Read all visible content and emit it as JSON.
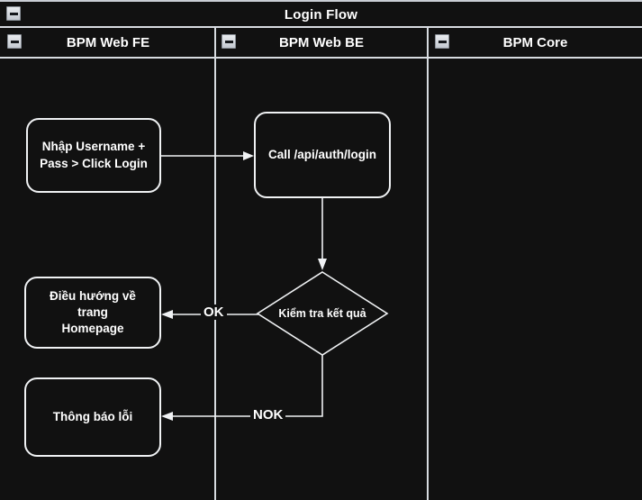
{
  "diagram": {
    "pool_title": "Login Flow",
    "collapse_icon": "minus-collapse-icon",
    "lanes": [
      {
        "label": "BPM Web FE"
      },
      {
        "label": "BPM Web BE"
      },
      {
        "label": "BPM Core"
      }
    ],
    "nodes": [
      {
        "id": "input-credentials",
        "label": "Nhập Username +\nPass > Click Login",
        "shape": "rounded-rect",
        "lane": "BPM Web FE"
      },
      {
        "id": "call-login-api",
        "label": "Call /api/auth/login",
        "shape": "rounded-rect",
        "lane": "BPM Web BE"
      },
      {
        "id": "check-result",
        "label": "Kiểm tra kết quả",
        "shape": "diamond",
        "lane": "BPM Web BE"
      },
      {
        "id": "redirect-homepage",
        "label": "Điều hướng về trang\nHomepage",
        "shape": "rounded-rect",
        "lane": "BPM Web FE"
      },
      {
        "id": "show-error",
        "label": "Thông báo lỗi",
        "shape": "rounded-rect",
        "lane": "BPM Web FE"
      }
    ],
    "edges": [
      {
        "id": "edge-input-to-call",
        "from": "input-credentials",
        "to": "call-login-api",
        "label": ""
      },
      {
        "id": "edge-call-to-check",
        "from": "call-login-api",
        "to": "check-result",
        "label": ""
      },
      {
        "id": "edge-check-ok",
        "from": "check-result",
        "to": "redirect-homepage",
        "label": "OK"
      },
      {
        "id": "edge-check-nok",
        "from": "check-result",
        "to": "show-error",
        "label": "NOK"
      }
    ],
    "colors": {
      "background": "#111111",
      "stroke": "#f0f2f4",
      "separator": "#d7dbe0",
      "text": "#ffffff",
      "icon_face": "#d5d9df"
    }
  }
}
